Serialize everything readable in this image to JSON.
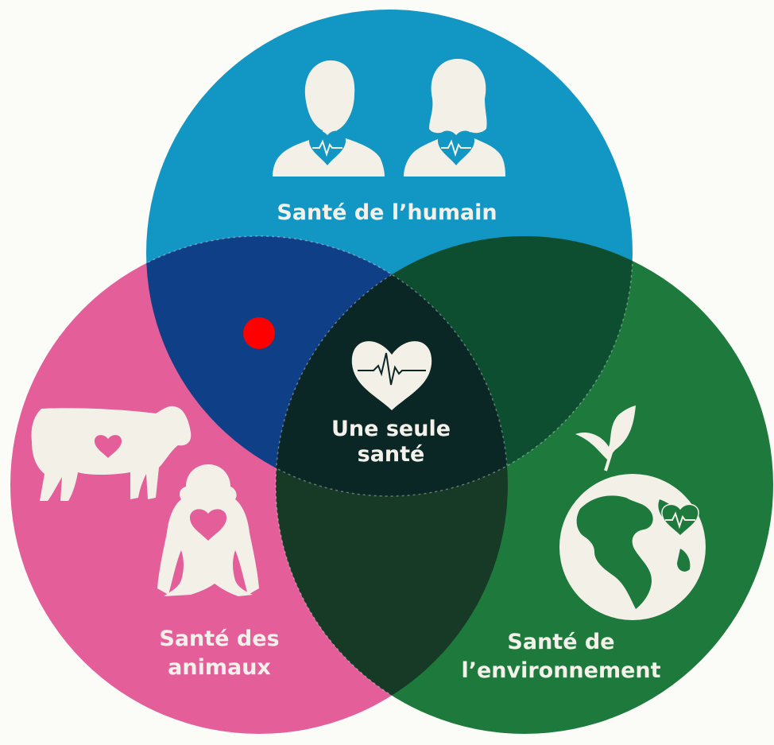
{
  "diagram": {
    "human_label": "Santé de l’humain",
    "animal_label_line1": "Santé des",
    "animal_label_line2": "animaux",
    "environment_label_line1": "Santé de",
    "environment_label_line2": "l’environnement",
    "center_label_line1": "Une seule",
    "center_label_line2": "santé"
  },
  "colors": {
    "human_circle": "#1296c3",
    "animal_circle": "#e45e9a",
    "environment_circle": "#1d7a3c",
    "human_animal_overlap": "#0f3f86",
    "human_environment_overlap": "#0d4d30",
    "animal_environment_overlap": "#173a26",
    "center_overlap": "#0b2725",
    "marker": "#ff0000"
  },
  "icons": [
    "man-icon",
    "woman-icon",
    "cow-icon",
    "monkey-icon",
    "earth-icon",
    "leaves-icon",
    "heart-icon",
    "heartbeat-icon"
  ]
}
